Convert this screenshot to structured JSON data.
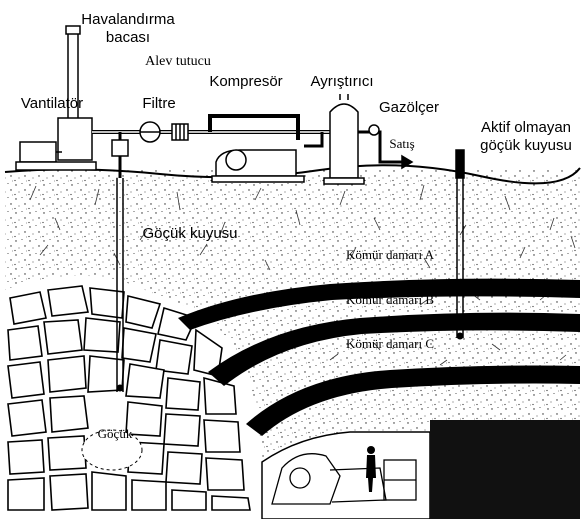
{
  "labels": {
    "chimney_line1": "Havalandırma",
    "chimney_line2": "bacası",
    "flame_arrester": "Alev tutucu",
    "compressor": "Kompresör",
    "separator": "Ayrıştırıcı",
    "gas_meter": "Gazölçer",
    "fan": "Vantilatör",
    "filter": "Filtre",
    "sales": "Satış",
    "inactive_well_line1": "Aktif olmayan",
    "inactive_well_line2": "göçük kuyusu",
    "goaf_well": "Göçük kuyusu",
    "seam_a": "Kömür damarı A",
    "seam_b": "Kömür damarı B",
    "seam_c": "Kömür damarı C",
    "goaf": "Göçük"
  },
  "colors": {
    "ink": "#000000",
    "background": "#ffffff",
    "mine_void": "#111111"
  }
}
